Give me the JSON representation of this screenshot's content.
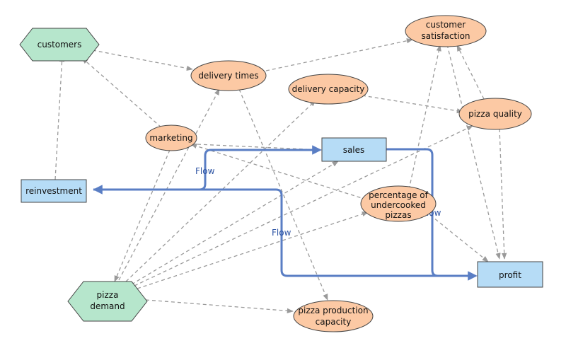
{
  "nodes": {
    "customers": "customers",
    "delivery_times": "delivery times",
    "customer_satisfaction": [
      "customer",
      "satisfaction"
    ],
    "delivery_capacity": "delivery capacity",
    "pizza_quality": "pizza quality",
    "marketing": "marketing",
    "sales": "sales",
    "reinvestment": "reinvestment",
    "percentage_undercooked": [
      "percentage of",
      "undercooked",
      "pizzas"
    ],
    "profit": "profit",
    "pizza_demand": [
      "pizza",
      "demand"
    ],
    "pizza_production_capacity": [
      "pizza production",
      "capacity"
    ]
  },
  "flow_labels": {
    "flow_1": "Flow",
    "flow_2": "Flow",
    "flow_3": "Flow"
  },
  "colors": {
    "auxiliary": "#fcc9a4",
    "stock": "#b6dcf6",
    "external": "#b6e6cc",
    "flow": "#5a7ec4",
    "dependency": "#9a9a9a"
  }
}
